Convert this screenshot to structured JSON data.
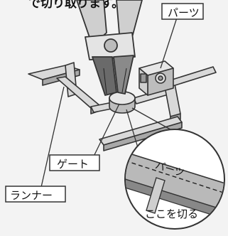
{
  "heading_fragment": "で切り取ります。",
  "labels": {
    "parts": "パーツ",
    "gate": "ゲート",
    "runner": "ランナー",
    "cut_here": "ここを切る",
    "inset_parts": "パーツ"
  },
  "icons": [
    "nippers-icon"
  ]
}
